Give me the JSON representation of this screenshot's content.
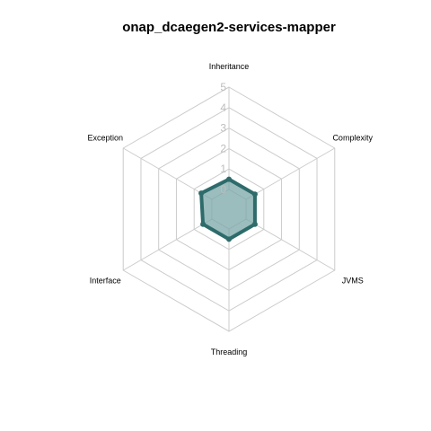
{
  "chart_data": {
    "type": "radar",
    "title": "onap_dcaegen2-services-mapper",
    "axes": [
      "Inheritance",
      "Complexity",
      "JVMS",
      "Threading",
      "Interface",
      "Exception"
    ],
    "ticks": [
      "0",
      "1",
      "2",
      "3",
      "4",
      "5"
    ],
    "range": [
      0,
      5
    ],
    "series": [
      {
        "values": [
          0.5,
          0.5,
          0.5,
          0.5,
          0.5,
          0.6
        ]
      }
    ],
    "grid": true,
    "colors": {
      "line": "#2e6b6b",
      "fill": "#7aa7a7",
      "grid": "#cccccc"
    }
  }
}
